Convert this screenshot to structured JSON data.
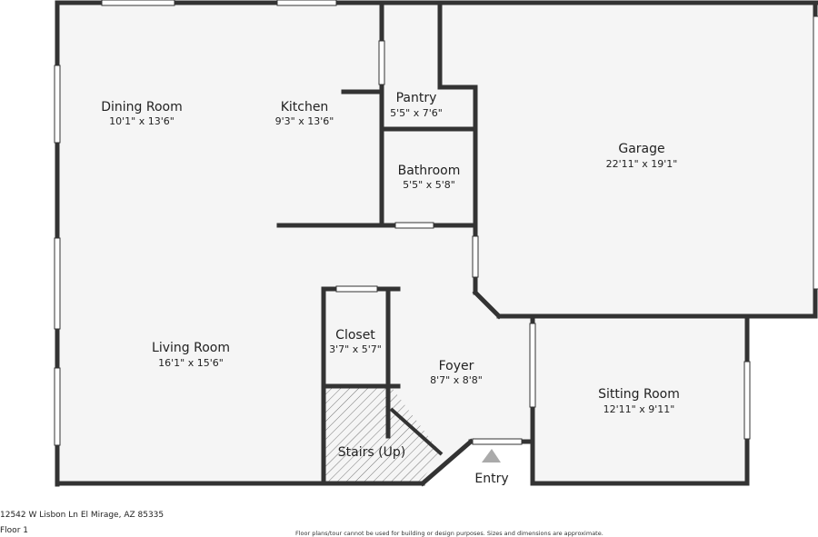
{
  "rooms": {
    "dining": {
      "name": "Dining Room",
      "dims": "10'1\" x 13'6\""
    },
    "kitchen": {
      "name": "Kitchen",
      "dims": "9'3\" x 13'6\""
    },
    "pantry": {
      "name": "Pantry",
      "dims": "5'5\" x 7'6\""
    },
    "bathroom": {
      "name": "Bathroom",
      "dims": "5'5\" x 5'8\""
    },
    "garage": {
      "name": "Garage",
      "dims": "22'11\" x 19'1\""
    },
    "living": {
      "name": "Living Room",
      "dims": "16'1\" x 15'6\""
    },
    "closet": {
      "name": "Closet",
      "dims": "3'7\" x 5'7\""
    },
    "foyer": {
      "name": "Foyer",
      "dims": "8'7\" x 8'8\""
    },
    "sitting": {
      "name": "Sitting Room",
      "dims": "12'11\" x 9'11\""
    },
    "stairs": {
      "name": "Stairs (Up)"
    },
    "entry": {
      "name": "Entry"
    }
  },
  "footer": {
    "address": "12542 W Lisbon Ln El Mirage, AZ 85335",
    "floor": "Floor 1",
    "disclaimer": "Floor plans/tour cannot be used for building or design purposes. Sizes and dimensions are approximate."
  },
  "colors": {
    "wall": "#333333",
    "floor": "#f5f5f5",
    "window": "#ffffff"
  }
}
